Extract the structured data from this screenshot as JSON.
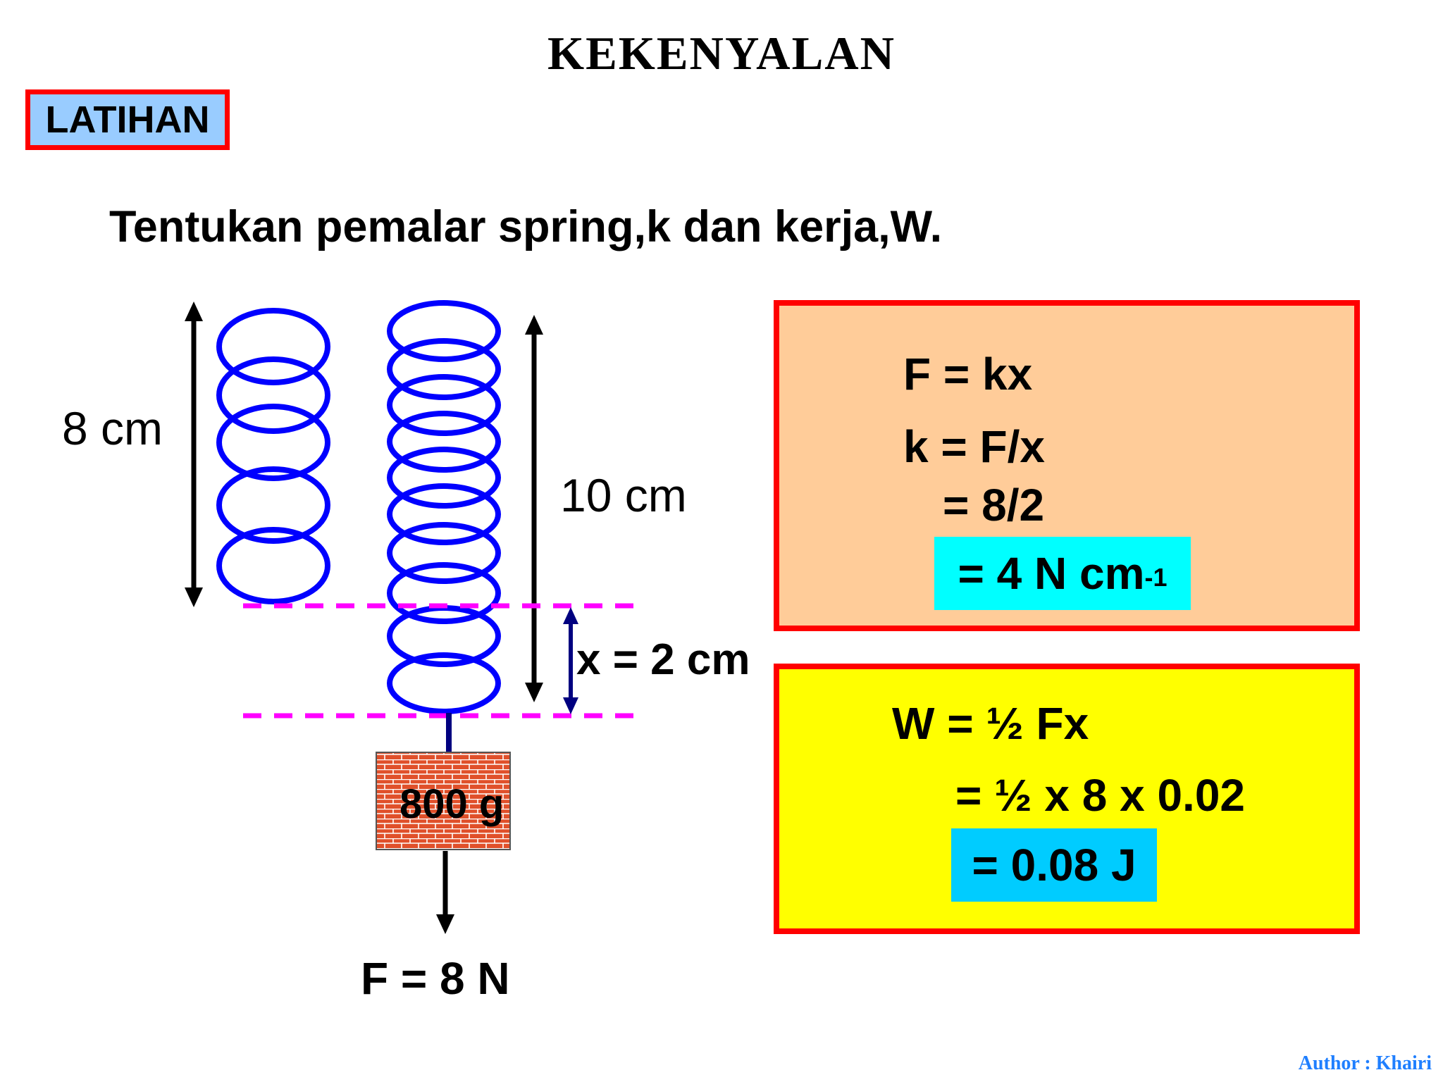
{
  "title": "KEKENYALAN",
  "badge": {
    "label": "LATIHAN"
  },
  "question": "Tentukan pemalar spring,k dan kerja,W.",
  "diagram": {
    "length_unstretched": "8 cm",
    "length_stretched": "10 cm",
    "extension": "x = 2 cm",
    "mass": "800 g",
    "force": "F = 8 N"
  },
  "panel_k": {
    "line1": "F = kx",
    "line2": "k = F/x",
    "line3": "= 8/2",
    "result_main": "= 4 N cm",
    "result_exp": "-1"
  },
  "panel_w": {
    "line1": "W = ½ Fx",
    "line2": "= ½ x 8 x 0.02",
    "result": "= 0.08 J"
  },
  "author": "Author : Khairi",
  "colors": {
    "badge_border": "#ff0000",
    "badge_fill": "#99ccff",
    "spring": "#0000ff",
    "dash_line": "#ff00ff",
    "panel_k_fill": "#ffcc99",
    "panel_w_fill": "#ffff00",
    "highlight_k": "#00ffff",
    "highlight_w": "#00ccff",
    "mass_brick": "#e0502a",
    "author": "#1f7fff"
  }
}
